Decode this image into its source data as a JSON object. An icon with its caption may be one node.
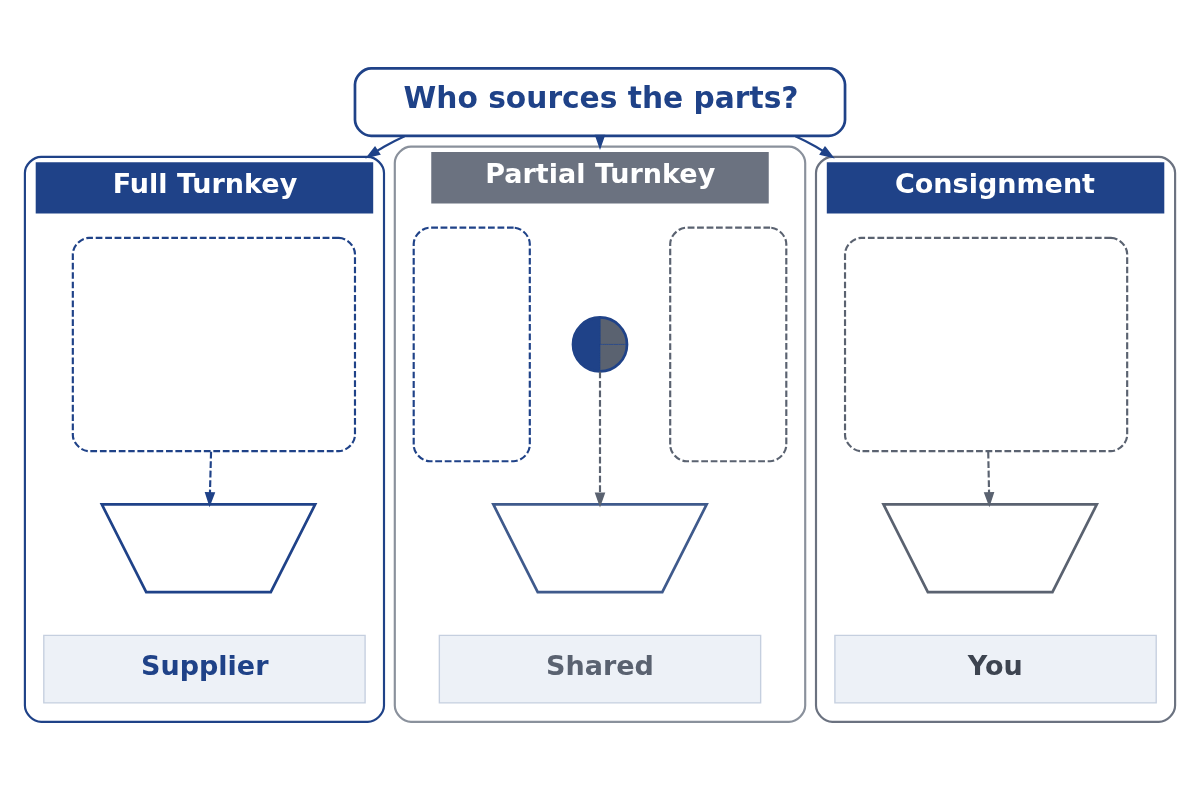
{
  "diagram": {
    "nodes": [
      {
        "text": [
          "Who sources the parts?"
        ]
      },
      {
        "text": [
          "Full Turnkey"
        ]
      },
      {
        "text": [],
        "shape": "box",
        "in": 1
      },
      {
        "text": [],
        "shape": "picture",
        "in": 1
      },
      {
        "text": [
          "Supplier"
        ],
        "in": 1
      },
      {
        "text": [
          "Partial Turnkey"
        ]
      },
      {
        "text": [],
        "shape": "box",
        "in": 5
      },
      {
        "text": [],
        "shape": "circle",
        "in": 5
      },
      {
        "text": [],
        "shape": "box",
        "in": 5
      },
      {
        "text": [],
        "shape": "picture",
        "in": 5
      },
      {
        "text": [
          "Shared"
        ],
        "in": 5
      },
      {
        "text": [
          "Consignment"
        ]
      },
      {
        "text": [],
        "shape": "box",
        "in": 11
      },
      {
        "text": [],
        "shape": "picture",
        "in": 11
      },
      {
        "text": [
          "You"
        ],
        "in": 11
      }
    ],
    "edges": [
      {
        "from": 0,
        "to": 1,
        "arrow": "to"
      },
      {
        "from": 0,
        "to": 5,
        "arrow": "to"
      },
      {
        "from": 0,
        "to": 11,
        "arrow": "to"
      },
      {
        "from": 2,
        "to": 3,
        "arrow": "to",
        "style": "dashed"
      },
      {
        "from": 7,
        "to": 9,
        "arrow": "to",
        "style": "dashed",
        "color": "#5a6270"
      },
      {
        "from": 12,
        "to": 13,
        "arrow": "to",
        "style": "dashed",
        "color": "#5a6270"
      }
    ]
  }
}
